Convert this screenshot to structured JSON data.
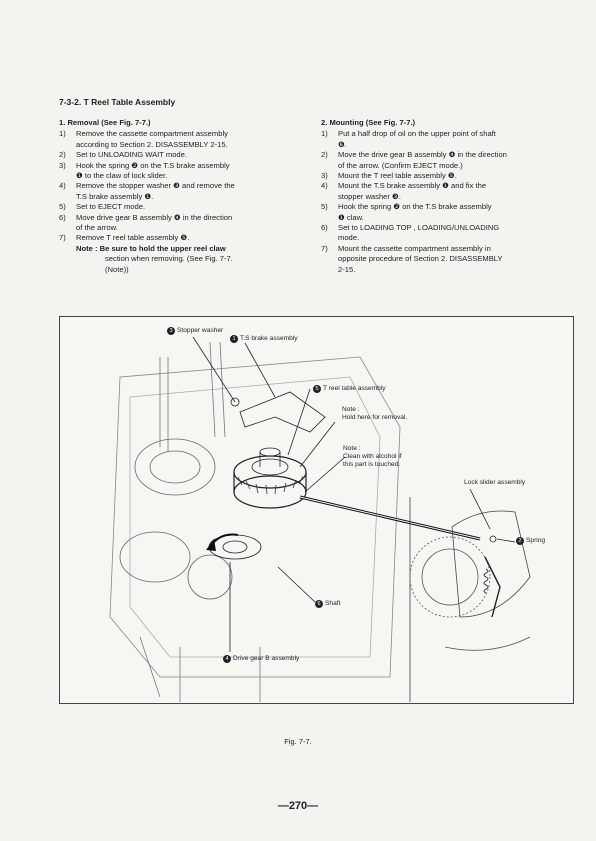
{
  "section_title": "7-3-2. T Reel Table Assembly",
  "removal": {
    "heading": "1. Removal (See Fig. 7-7.)",
    "steps": [
      {
        "num": "1)",
        "lines": [
          "Remove the cassette compartment assembly",
          "according to Section 2. DISASSEMBLY 2-15."
        ]
      },
      {
        "num": "2)",
        "lines": [
          "Set to UNLOADING WAIT mode."
        ]
      },
      {
        "num": "3)",
        "lines": [
          "Hook the spring ❷ on the T.S brake assembly",
          "❶ to the claw of lock slider."
        ]
      },
      {
        "num": "4)",
        "lines": [
          "Remove the stopper washer ❸ and remove the",
          "T.S brake assembly ❶."
        ]
      },
      {
        "num": "5)",
        "lines": [
          "Set to EJECT mode."
        ]
      },
      {
        "num": "6)",
        "lines": [
          "Move drive gear B assembly ❹ in the direction",
          "of the arrow."
        ]
      },
      {
        "num": "7)",
        "lines": [
          "Remove T reel table assembly ❺."
        ]
      }
    ],
    "note": [
      "Note : Be sure to hold the upper reel claw",
      "section when removing. (See Fig. 7-7.",
      "(Note))"
    ]
  },
  "mounting": {
    "heading": "2. Mounting (See Fig. 7-7.)",
    "steps": [
      {
        "num": "1)",
        "lines": [
          "Put a half drop of oil on the upper point of shaft",
          "❻."
        ]
      },
      {
        "num": "2)",
        "lines": [
          "Move the drive gear B assembly ❹ in the direction",
          "of the arrow. (Confirm EJECT mode.)"
        ]
      },
      {
        "num": "3)",
        "lines": [
          "Mount the T reel table assembly ❺."
        ]
      },
      {
        "num": "4)",
        "lines": [
          "Mount the T.S brake assembly ❶ and fix the",
          "stopper washer ❸."
        ]
      },
      {
        "num": "5)",
        "lines": [
          "Hook the spring ❷ on the T.S brake assembly",
          "❶ claw."
        ]
      },
      {
        "num": "6)",
        "lines": [
          "Set to LOADING TOP , LOADING/UNLOADING",
          "mode."
        ]
      },
      {
        "num": "7)",
        "lines": [
          "Mount the cassette compartment assembly in",
          "opposite procedure of Section 2. DISASSEMBLY",
          "2-15."
        ]
      }
    ]
  },
  "figure": {
    "callouts": {
      "stopper_washer": {
        "num": "3",
        "label": "Stopper washer"
      },
      "ts_brake": {
        "num": "1",
        "label": "T.S brake assembly"
      },
      "t_reel": {
        "num": "5",
        "label": "T reel table assembly"
      },
      "note_hold_title": "Note :",
      "note_hold_text": "Hold here for removal.",
      "note_clean_title": "Note :",
      "note_clean_line1": "Clean with alcohol if",
      "note_clean_line2": "this part is touched.",
      "lock_slider": "Lock slider assembly",
      "spring": {
        "num": "2",
        "label": "Spring"
      },
      "shaft": {
        "num": "6",
        "label": "Shaft"
      },
      "drive_gear": {
        "num": "4",
        "label": "Drive gear B assembly"
      }
    },
    "caption": "Fig. 7-7."
  },
  "page_number": "—270—"
}
